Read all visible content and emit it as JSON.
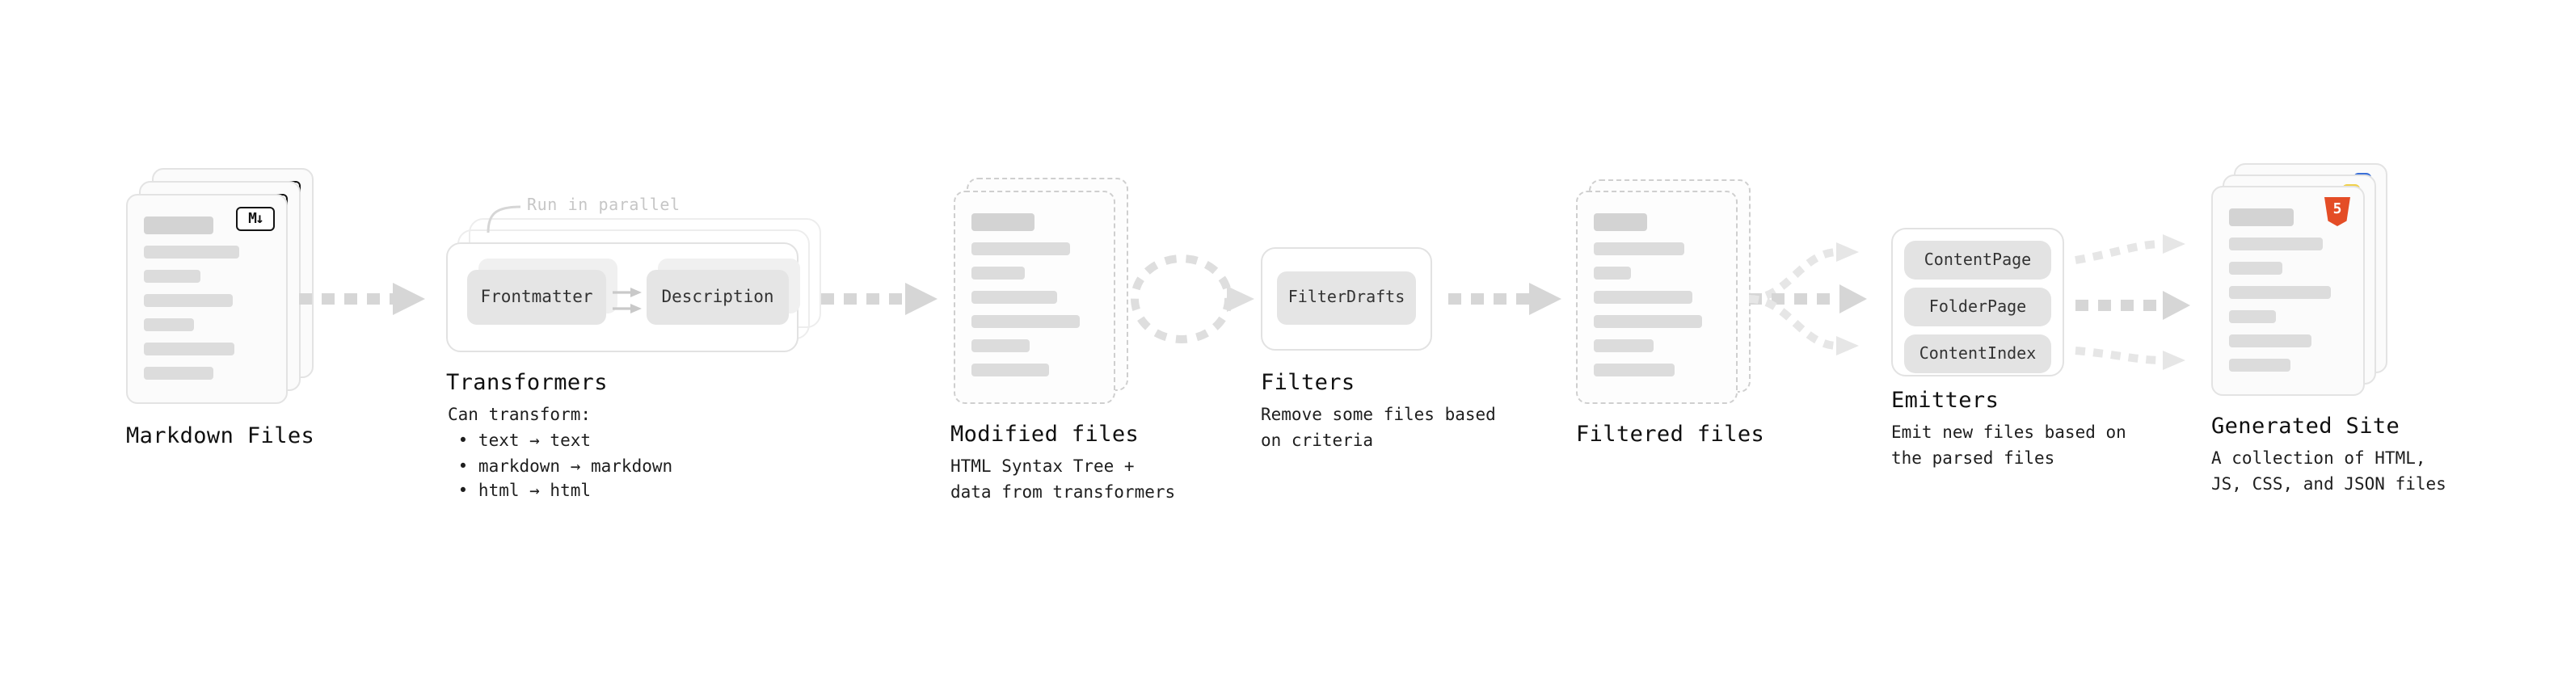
{
  "diagram": {
    "colors": {
      "arrow": "#d6d6d6",
      "arrow_faint": "#e6e6e6",
      "bar": "#dcdcdc",
      "html5_orange": "#e44d26",
      "js_yellow": "#f0d049",
      "css_blue": "#3a6fd8"
    },
    "stages": {
      "markdown_files": {
        "title": "Markdown Files",
        "badge": "M↓"
      },
      "transformers": {
        "title": "Transformers",
        "annotation": "Run in parallel",
        "buttons": [
          "Frontmatter",
          "Description"
        ],
        "description": "Can transform:\n • text → text\n • markdown → markdown\n • html → html"
      },
      "modified_files": {
        "title": "Modified files",
        "description": "HTML Syntax Tree +\ndata from transformers"
      },
      "filters": {
        "title": "Filters",
        "buttons": [
          "FilterDrafts"
        ],
        "description": "Remove some files based\non criteria"
      },
      "filtered_files": {
        "title": "Filtered files"
      },
      "emitters": {
        "title": "Emitters",
        "buttons": [
          "ContentPage",
          "FolderPage",
          "ContentIndex"
        ],
        "description": "Emit new files based on\nthe parsed files"
      },
      "generated_site": {
        "title": "Generated Site",
        "badge": "5",
        "description": "A collection of HTML,\nJS, CSS, and JSON files"
      }
    }
  }
}
